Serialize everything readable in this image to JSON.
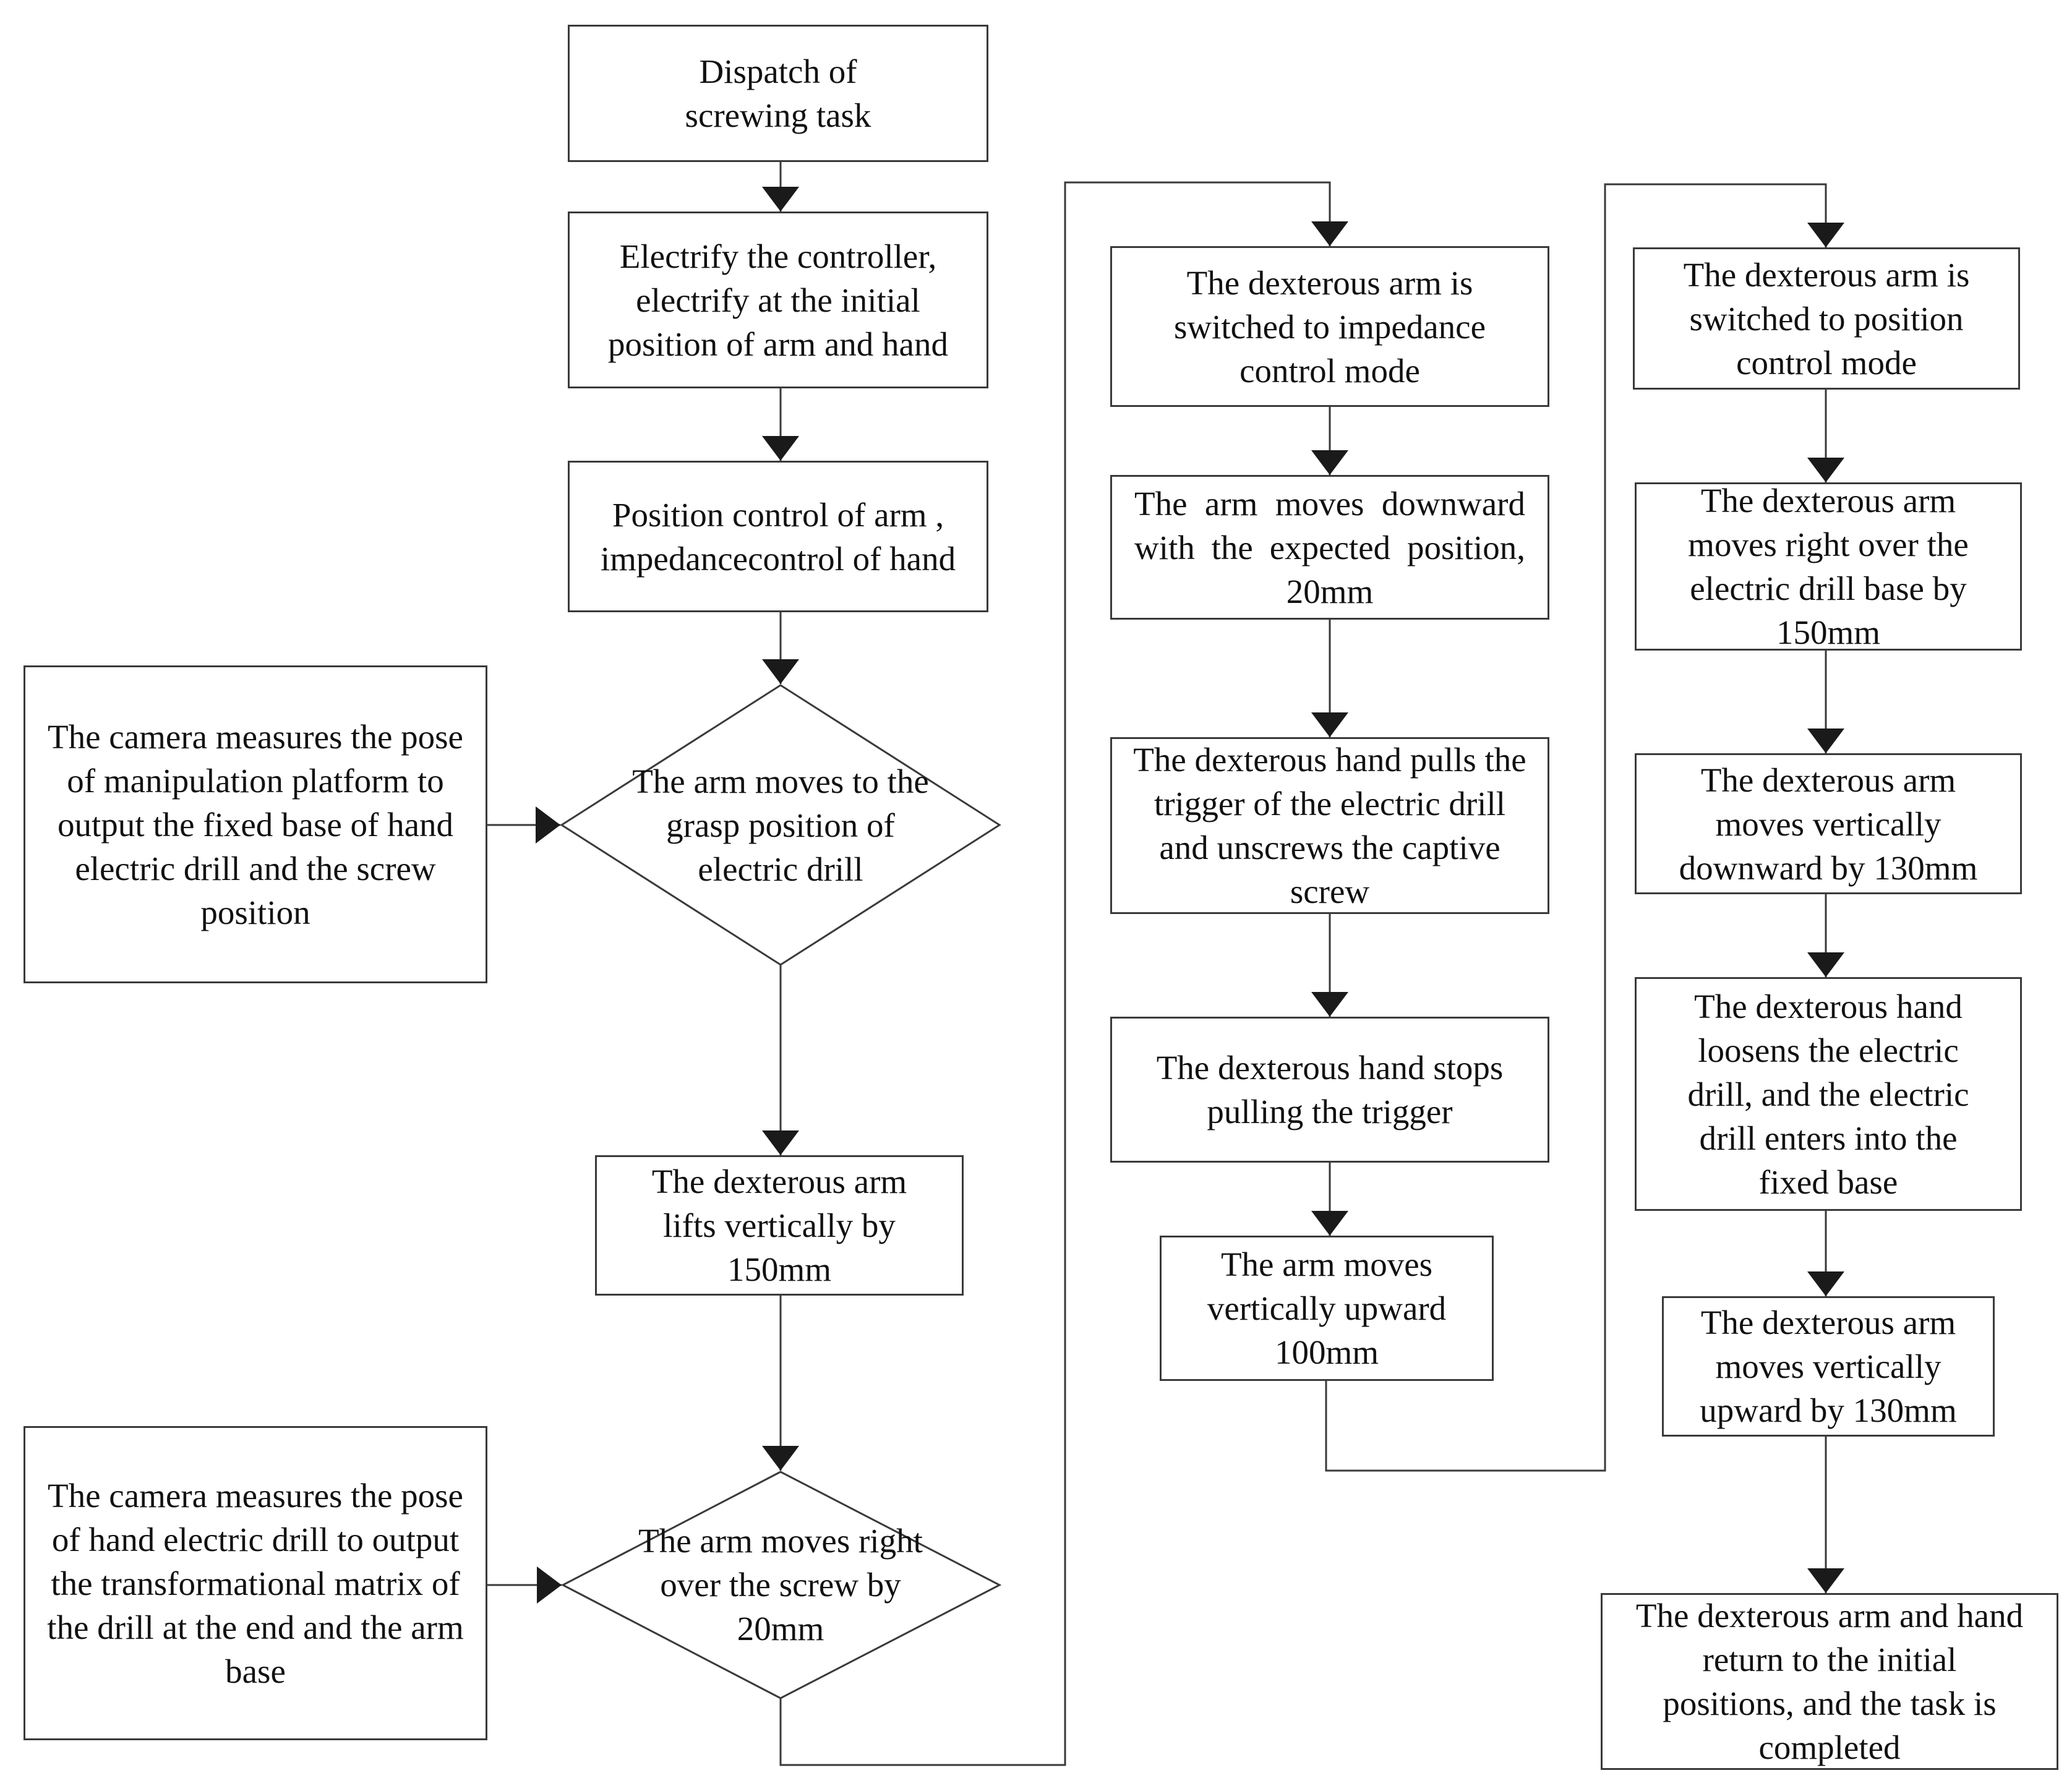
{
  "nodes": {
    "dispatch": "Dispatch of screwing task",
    "electrify": "Electrify the controller, electrify at the initial position of arm and hand",
    "position_control": "Position control of arm , impedancecontrol of hand",
    "camera_platform": "The camera measures the pose of manipulation platform to output the fixed base of hand electric drill and the screw position",
    "grasp_decision": "The arm moves to the grasp position of electric drill",
    "lift_150": "The dexterous arm lifts vertically by 150mm",
    "camera_drill": "The camera measures the pose of hand electric drill to output the transformational matrix of the drill at the end and the arm base",
    "move_right_decision": "The arm moves right over the screw by 20mm",
    "impedance_mode": "The dexterous arm is switched to impedance control mode",
    "move_down_20": "The arm moves downward with the expected position, 20mm",
    "pull_trigger": "The dexterous hand pulls the trigger of the electric drill and unscrews the captive screw",
    "stop_trigger": "The dexterous hand stops pulling the trigger",
    "move_up_100": "The arm moves vertically upward 100mm",
    "position_mode": "The dexterous arm is switched to position control mode",
    "over_base_150": "The dexterous arm moves right over the electric drill base by 150mm",
    "down_130": "The dexterous arm moves vertically downward by 130mm",
    "loosen_drill": "The dexterous hand loosens the electric drill, and the electric drill enters into the fixed base",
    "up_130": "The dexterous arm moves vertically upward by 130mm",
    "return_complete": "The dexterous arm and hand return to the initial positions, and the task is completed"
  },
  "colors": {
    "line": "#3a3a3a",
    "arrow": "#1a1a1a",
    "text": "#111111",
    "background": "#ffffff"
  }
}
